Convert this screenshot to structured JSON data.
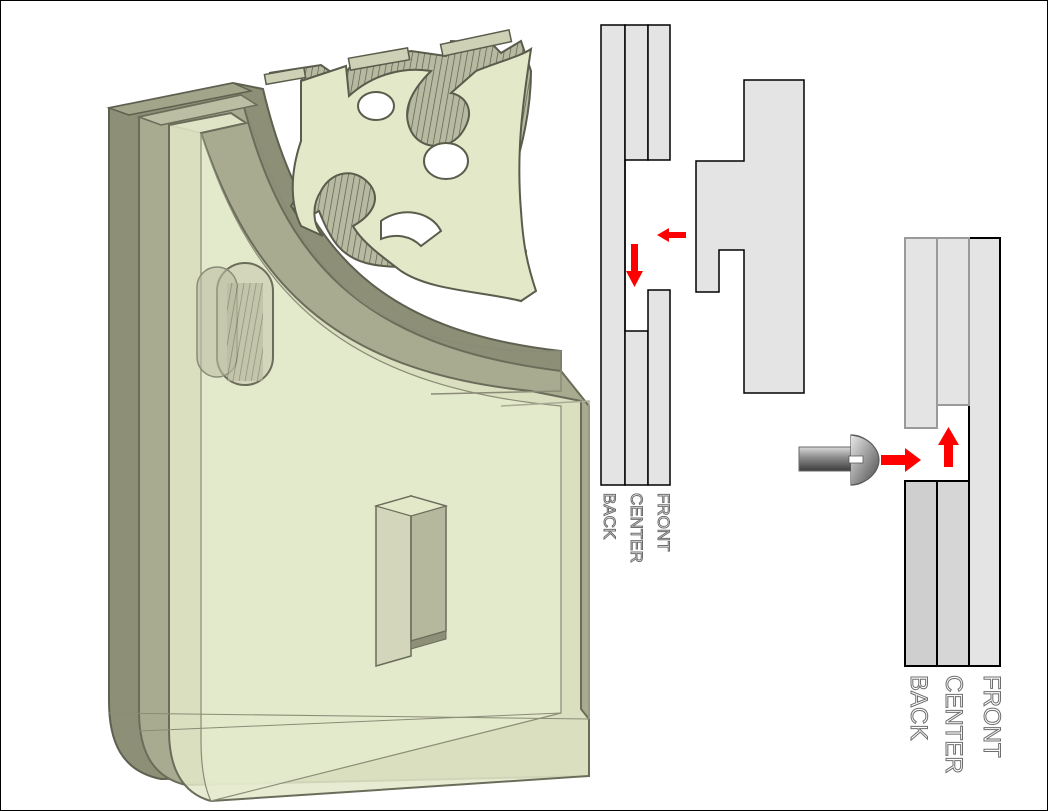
{
  "diagram": {
    "labels_small": [
      "FRONT",
      "CENTER",
      "BACK"
    ],
    "labels_large": [
      "FRONT",
      "CENTER",
      "BACK"
    ]
  },
  "colors": {
    "panel_light": "#e3e8c9",
    "panel_dark": "#8a8c73",
    "panel_mid": "#b6b89a",
    "diagram_fill": "#e4e4e4",
    "diagram_dark_fill": "#cfcfcf",
    "arrow": "#ff0000",
    "outline": "#000000"
  }
}
